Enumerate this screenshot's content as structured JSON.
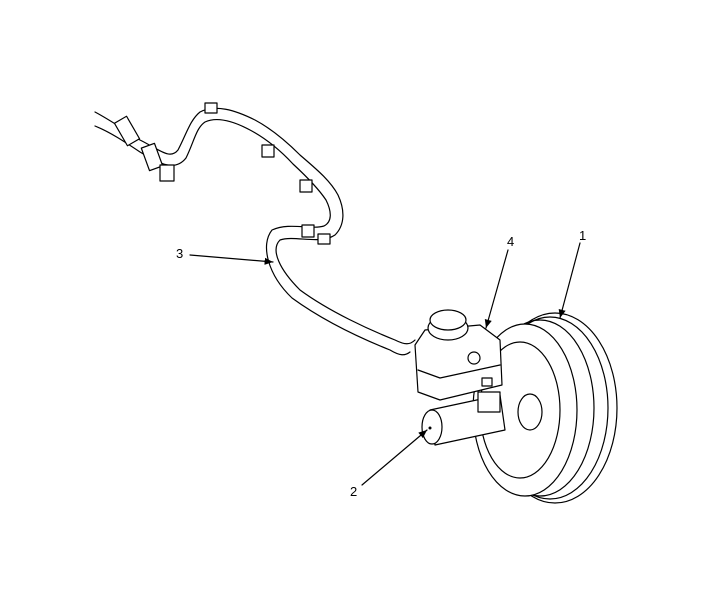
{
  "diagram": {
    "callouts": [
      {
        "id": "1",
        "label": "1"
      },
      {
        "id": "2",
        "label": "2"
      },
      {
        "id": "3",
        "label": "3"
      },
      {
        "id": "4",
        "label": "4"
      }
    ],
    "line_color": "#000000",
    "background": "#ffffff"
  }
}
